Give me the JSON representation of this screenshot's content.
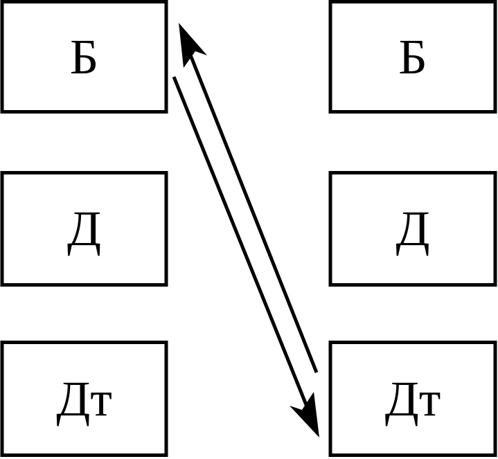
{
  "left_column": [
    {
      "label": "Б"
    },
    {
      "label": "Д"
    },
    {
      "label": "Дт"
    }
  ],
  "right_column": [
    {
      "label": "Б"
    },
    {
      "label": "Д"
    },
    {
      "label": "Дт"
    }
  ],
  "colors": {
    "stroke": "#000000",
    "background": "#ffffff"
  }
}
